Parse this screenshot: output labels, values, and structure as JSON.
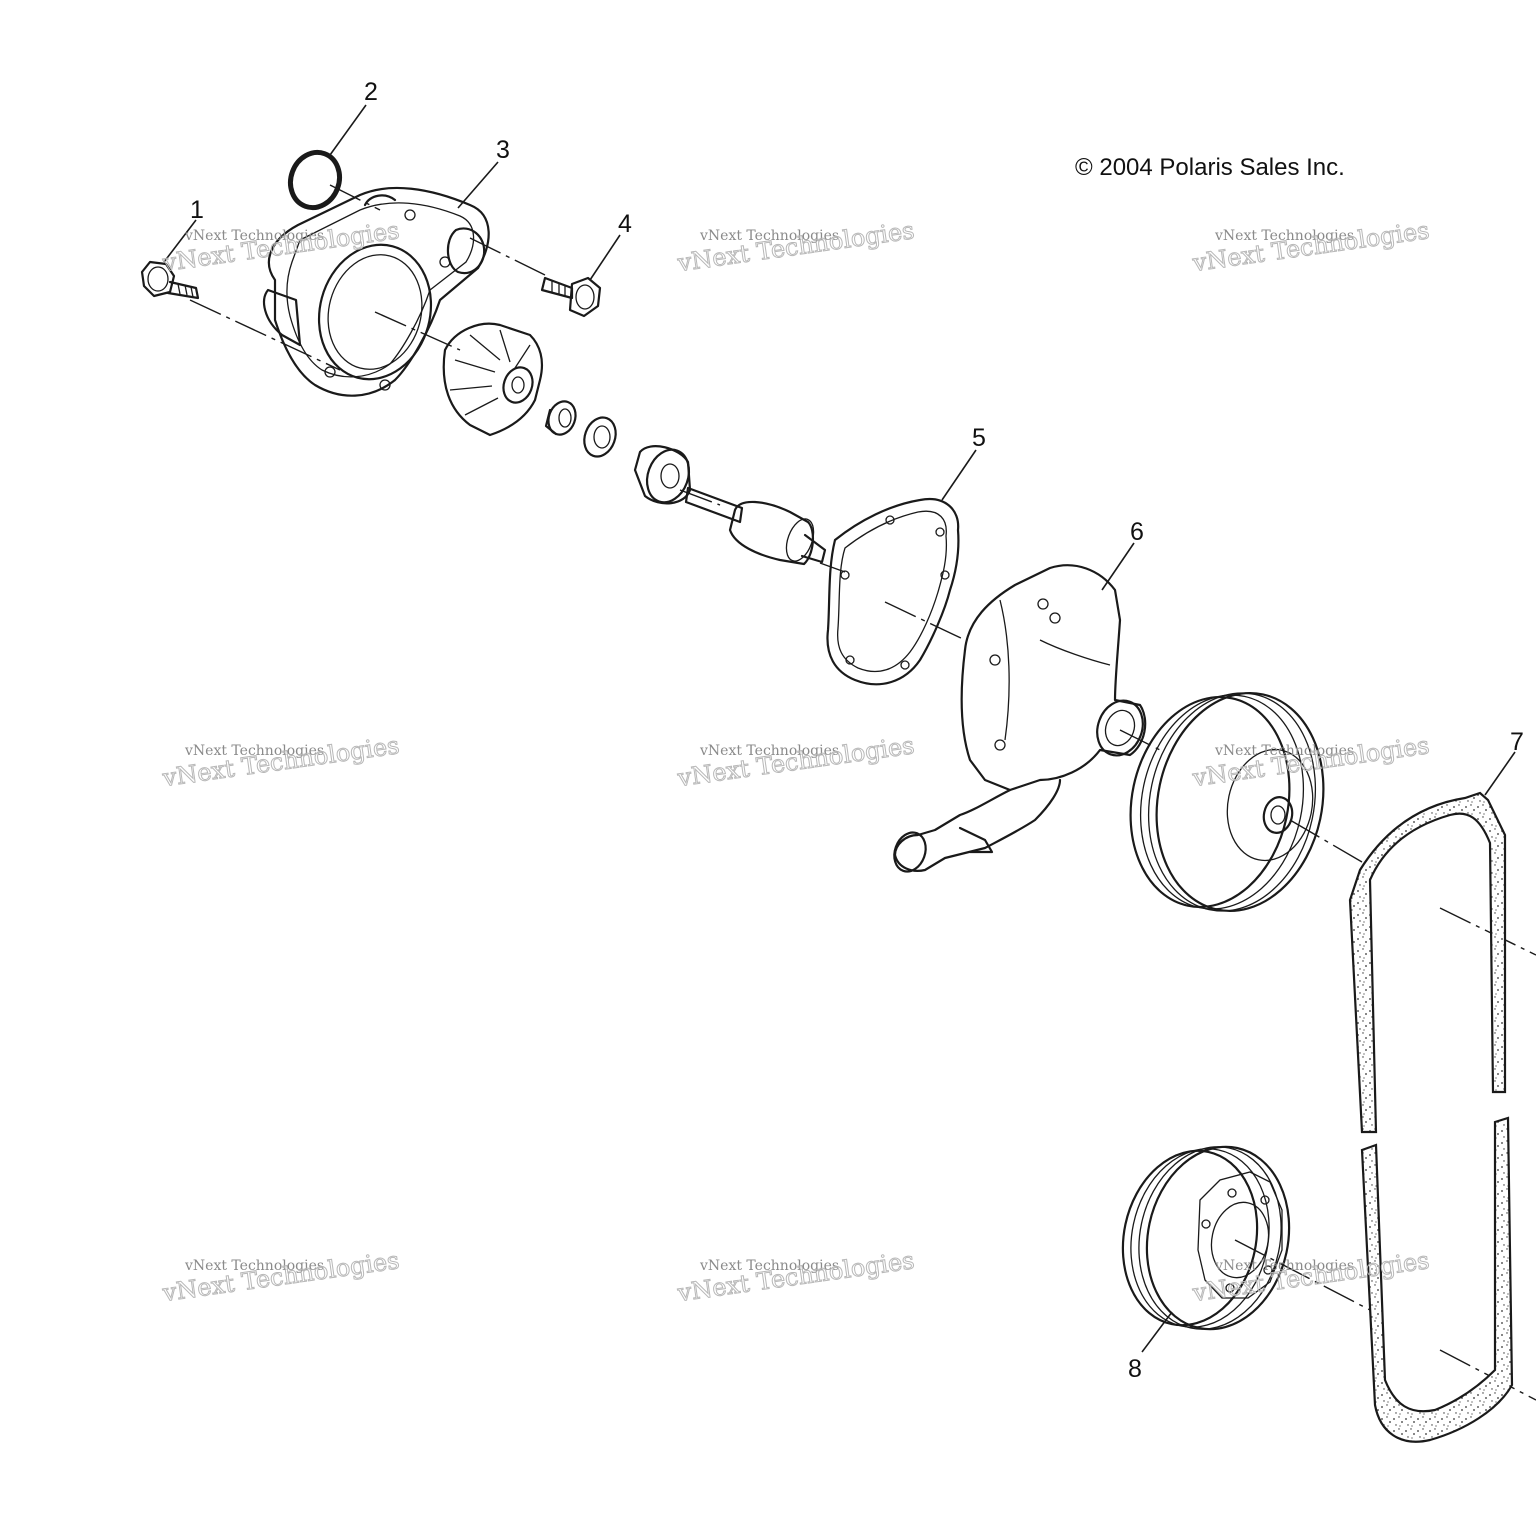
{
  "copyright": "© 2004 Polaris Sales Inc.",
  "callouts": [
    "1",
    "2",
    "3",
    "4",
    "5",
    "6",
    "7",
    "8"
  ],
  "watermark": {
    "line1": "vNext Technologies",
    "line2": "vNext Technologies"
  }
}
